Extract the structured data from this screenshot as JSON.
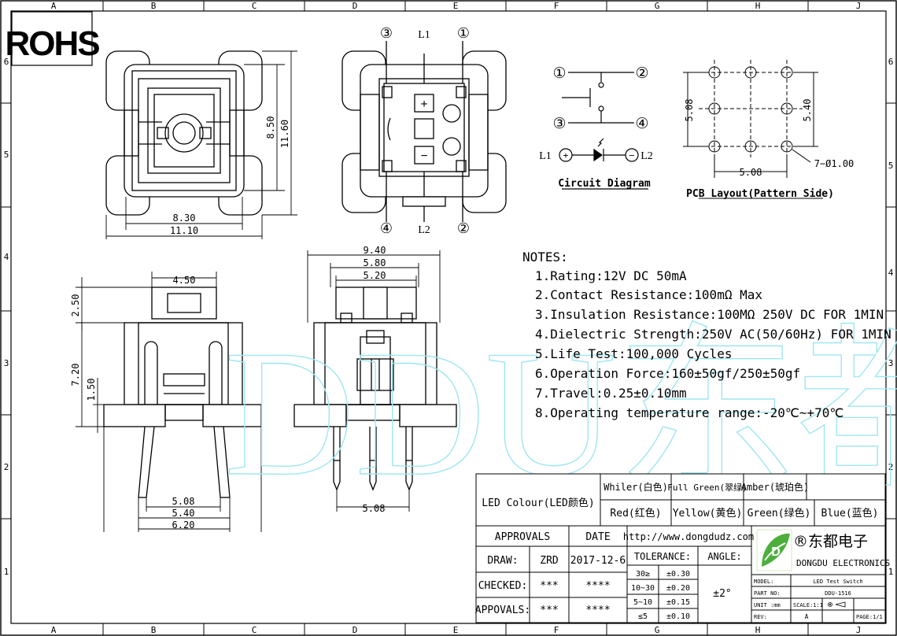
{
  "border": {
    "top_columns": [
      "A",
      "B",
      "C",
      "D",
      "E",
      "F",
      "G",
      "H",
      "J"
    ],
    "bottom_columns": [
      "A",
      "B",
      "C",
      "D",
      "E",
      "F",
      "G",
      "H",
      "J"
    ],
    "left_rows": [
      "6",
      "5",
      "4",
      "3",
      "2",
      "1"
    ],
    "right_rows": [
      "6",
      "5",
      "4",
      "3",
      "2",
      "1"
    ]
  },
  "rohs": "ROHS",
  "watermark": "DDU东都",
  "top_view": {
    "dim_width_inner": "8.30",
    "dim_width_outer": "11.10",
    "dim_height_inner": "8.50",
    "dim_height_outer": "11.60"
  },
  "bottom_view": {
    "pin3": "③",
    "pin1": "①",
    "pin4": "④",
    "pin2": "②",
    "l1": "L1",
    "l2": "L2",
    "plus": "+",
    "minus": "−"
  },
  "circuit": {
    "pin1": "①",
    "pin2": "②",
    "pin3": "③",
    "pin4": "④",
    "l1": "L1",
    "l2": "L2",
    "plus": "+",
    "minus": "−",
    "caption": "Circuit Diagram"
  },
  "pcb": {
    "dim_left": "5.08",
    "dim_right": "5.40",
    "dim_bottom": "5.08",
    "hole_note": "7−Ø1.00",
    "caption": "PCB Layout(Pattern Side)"
  },
  "side_view": {
    "dim_top": "4.50",
    "dim_height_total": "7.20",
    "dim_cap": "2.50",
    "dim_base": "1.50",
    "dim_b1": "5.08",
    "dim_b2": "5.40",
    "dim_b3": "6.20"
  },
  "front_view": {
    "dim_1": "9.40",
    "dim_2": "5.80",
    "dim_3": "5.20",
    "dim_bottom": "5.08"
  },
  "notes": {
    "title": "NOTES:",
    "items": [
      "1.Rating:12V DC 50mA",
      "2.Contact Resistance:100mΩ Max",
      "3.Insulation Resistance:100MΩ 250V DC FOR 1MIN",
      "4.Dielectric Strength:250V AC(50/60Hz) FOR 1MIN",
      "5.Life Test:100,000 Cycles",
      "6.Operation Force:160±50gf/250±50gf",
      "7.Travel:0.25±0.10mm",
      "8.Operating temperature range:-20℃~+70℃"
    ]
  },
  "title_block": {
    "led_colour_label": "LED Colour(LED颜色)",
    "colours_row1": [
      "Whiler(白色)",
      "Full Green(翠绿)",
      "Amber(琥珀色)"
    ],
    "colours_row2": [
      "Red(红色)",
      "Yellow(黄色)",
      "Green(绿色)",
      "Blue(蓝色)"
    ],
    "approvals_header": "APPROVALS",
    "date_header": "DATE",
    "website": "http://www.dongdudz.com",
    "tolerance_header": "TOLERANCE:",
    "angle_header": "ANGLE:",
    "draw_label": "DRAW:",
    "draw_name": "ZRD",
    "draw_date": "2017-12-6",
    "checked_label": "CHECKED:",
    "checked_name": "***",
    "checked_date": "****",
    "appovals_label": "APPOVALS:",
    "appovals_name": "***",
    "appovals_date": "****",
    "tolerances": [
      {
        "range": "30≥",
        "value": "±0.30"
      },
      {
        "range": "10~30",
        "value": "±0.20"
      },
      {
        "range": "5~10",
        "value": "±0.15"
      },
      {
        "range": "≤5",
        "value": "±0.10"
      }
    ],
    "angle_value": "±2°",
    "company_cn": "®东都电子",
    "company_en": "DONGDU ELECTRONICS",
    "model_label": "MODEL:",
    "model_value": "LED Test Switch",
    "part_label": "PART NO:",
    "part_value": "DDU-1516",
    "unit_label": "UNIT :mm",
    "scale_label": "SCALE:1:1",
    "rev_label": "REV:",
    "rev_value": "A",
    "page_label": "PAGE:1/1"
  }
}
